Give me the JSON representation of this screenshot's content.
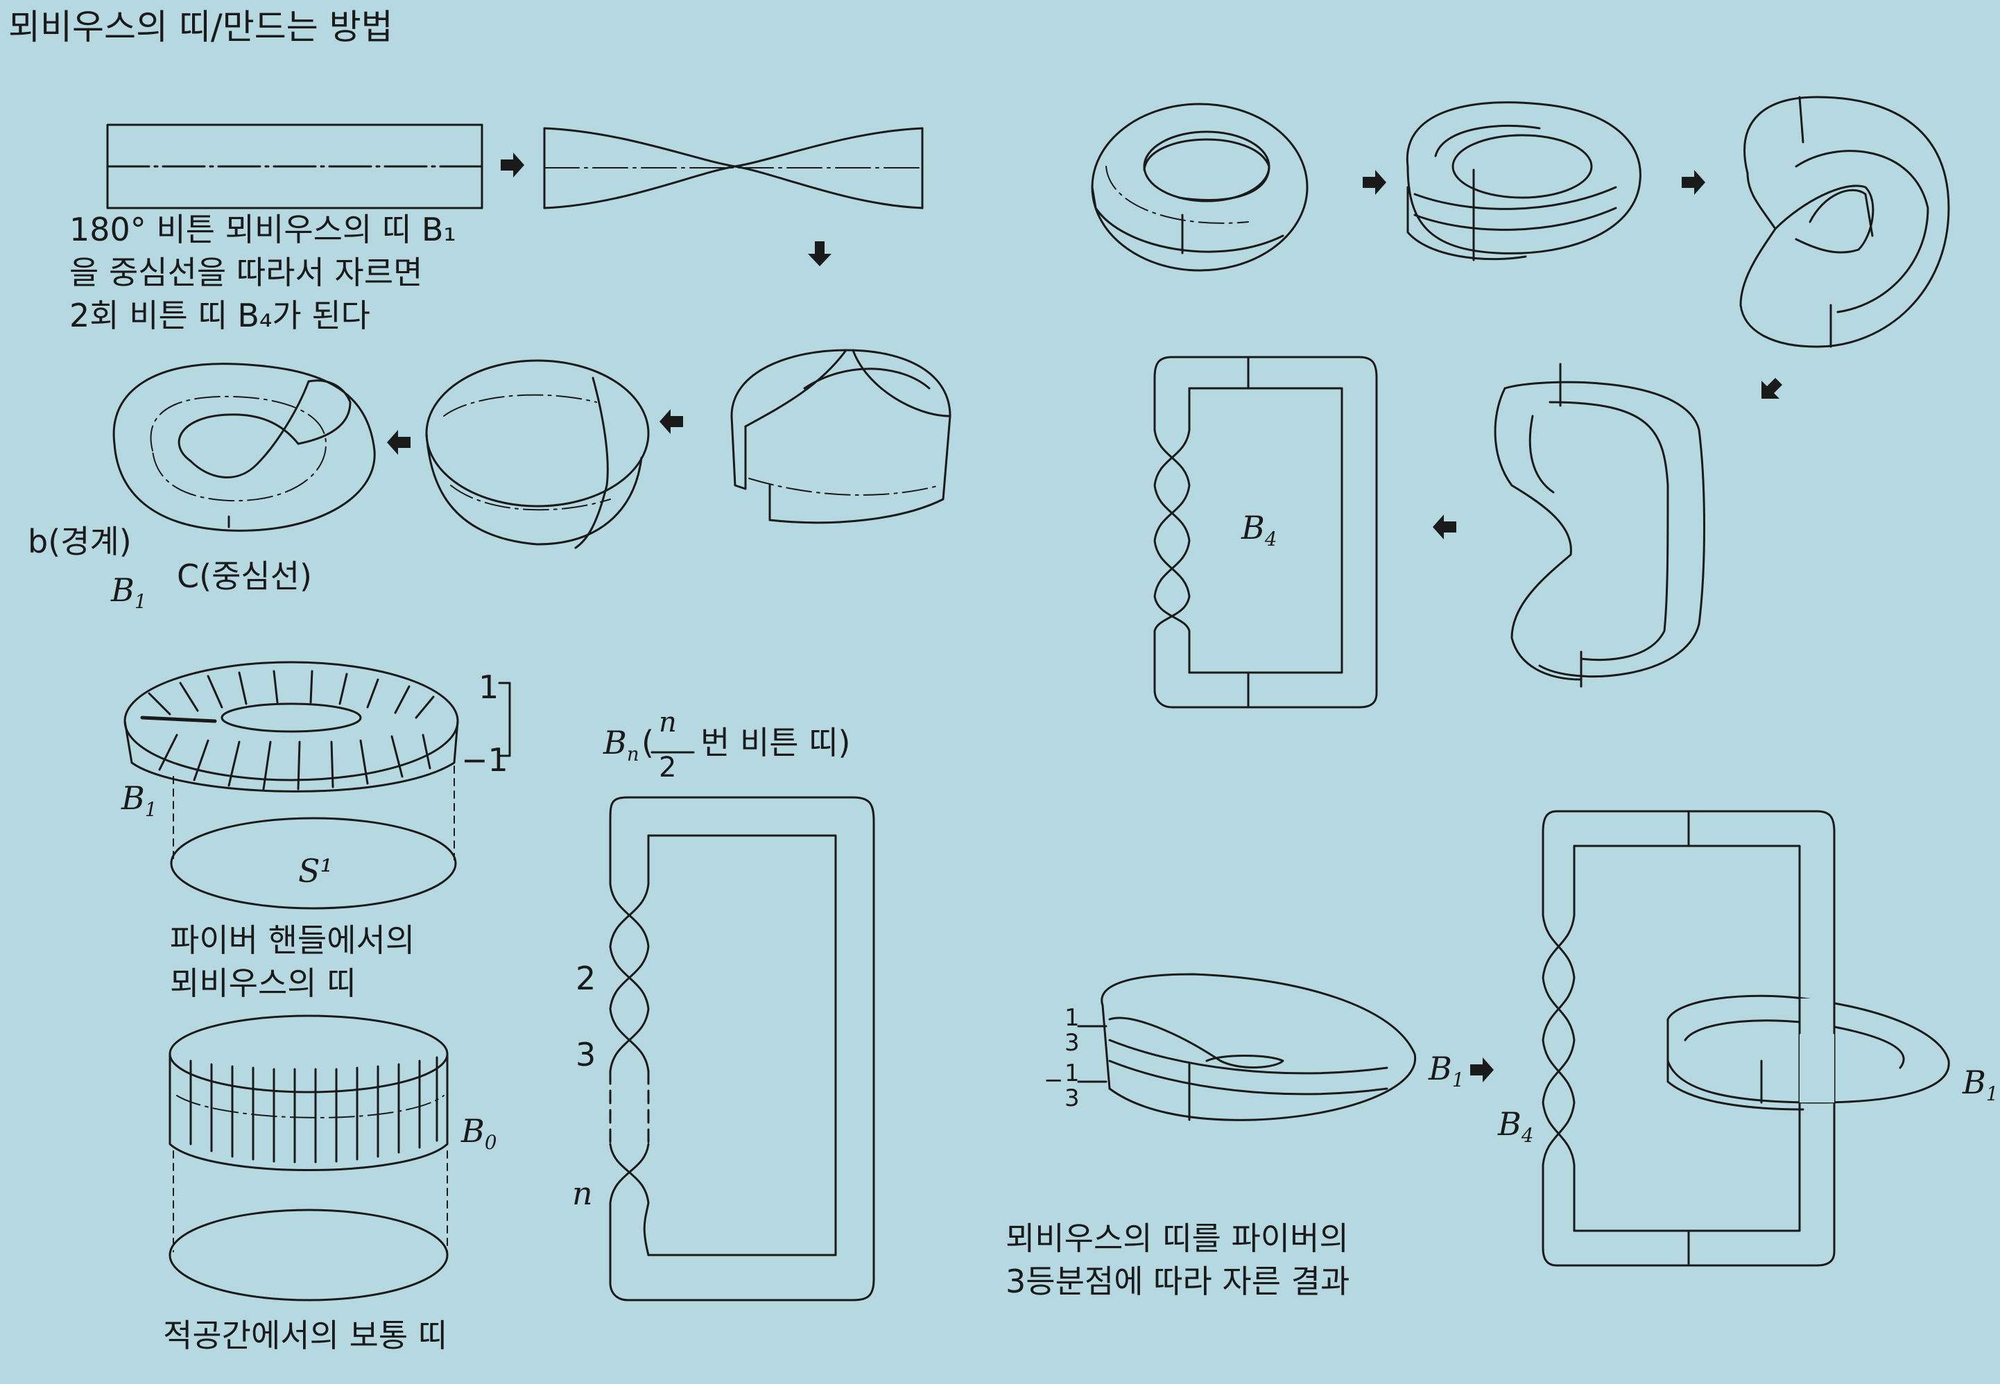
{
  "title": "뫼비우스의 띠/만드는 방법",
  "caption_cut": [
    "180° 비튼 뫼비우스의 띠 B₁",
    "을 중심선을 따라서 자르면",
    "2회 비튼 띠 B₄가 된다"
  ],
  "label_boundary": "b(경계)",
  "label_b1": "B",
  "label_b1_sub": "1",
  "label_center": "C(중심선)",
  "label_b4": "B",
  "label_b4_sub": "4",
  "label_one": "1",
  "label_minus_one": "−1",
  "label_s1": "S¹",
  "caption_fiber": [
    "파이버 핸들에서의",
    "뫼비우스의 띠"
  ],
  "label_b0": "B",
  "label_b0_sub": "0",
  "caption_product": "적공간에서의 보통 띠",
  "label_bn": "B",
  "label_bn_sub": "n",
  "label_bn_n": "n",
  "label_bn_2": "2",
  "label_bn_text": "번 비튼 띠)",
  "twist_labels": [
    "2",
    "3",
    "n"
  ],
  "frac_top": "1",
  "frac_bottom": "3",
  "frac_minus": "−",
  "caption_third": [
    "뫼비우스의 띠를 파이버의",
    "3등분점에 따라 자른 결과"
  ],
  "colors": {
    "background": "#b6d9e1",
    "ink": "#1a1a1a"
  }
}
